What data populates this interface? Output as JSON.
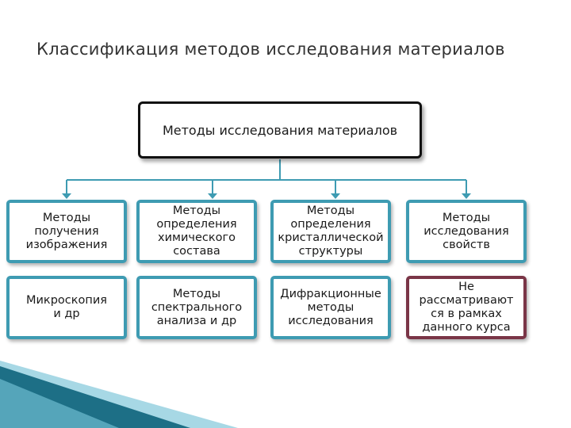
{
  "title": "Классификация методов исследования материалов",
  "root": {
    "label": "Методы исследования материалов"
  },
  "categories": [
    {
      "label": "Методы\nполучения\nизображения"
    },
    {
      "label": "Методы\nопределения\nхимического\nсостава"
    },
    {
      "label": "Методы\nопределения\nкристаллической\nструктуры"
    },
    {
      "label": "Методы\nисследования\nсвойств"
    }
  ],
  "examples": [
    {
      "label": "Микроскопия\nи др"
    },
    {
      "label": "Методы\nспектрального\nанализа и др"
    },
    {
      "label": "Дифракционные\nметоды\nисследования"
    },
    {
      "label": "Не\nрассматривают\nся в рамках\nданного курса"
    }
  ],
  "colors": {
    "box_border": "#3e9bb2",
    "excluded_border": "#7a3547",
    "connector": "#3e9bb2",
    "corner_dark": "#1d6f86",
    "corner_light": "#5fb8cf"
  }
}
